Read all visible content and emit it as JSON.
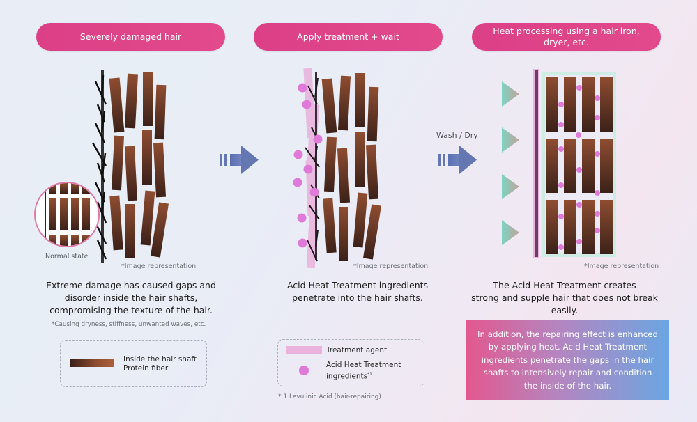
{
  "steps": [
    {
      "title": "Severely damaged hair",
      "inset_label": "Normal state",
      "image_note": "*Image representation",
      "caption": "Extreme damage has caused gaps and disorder inside the hair shafts, compromising the texture of the hair.",
      "footnote": "*Causing dryness, stiffness, unwanted waves, etc.",
      "legend": {
        "items": [
          {
            "icon": "protein-fiber-swatch",
            "label_line1": "Inside the hair shaft",
            "label_line2": "Protein fiber"
          }
        ]
      }
    },
    {
      "title": "Apply treatment + wait",
      "image_note": "*Image representation",
      "caption": "Acid Heat Treatment ingredients penetrate into the hair shafts.",
      "legend": {
        "items": [
          {
            "icon": "treatment-agent-swatch",
            "label": "Treatment agent"
          },
          {
            "icon": "ingredient-dot",
            "label_line1": "Acid Heat Treatment",
            "label_line2": "ingredients",
            "superscript": "*1"
          }
        ]
      },
      "footnote": "* 1 Levulinic Acid (hair-repairing)"
    },
    {
      "title": "Heat processing using a hair iron, dryer, etc.",
      "image_note": "*Image representation",
      "caption_line1": "The Acid Heat Treatment creates",
      "caption_line2": "strong and supple hair that does not break easily.",
      "callout": "In addition, the repairing effect is enhanced by applying heat. Acid Heat Treatment ingredients penetrate the gaps in the hair shafts to intensively repair and condition the inside of the hair."
    }
  ],
  "arrows": [
    {
      "icon": "arrow-right-icon",
      "label": ""
    },
    {
      "icon": "arrow-right-icon",
      "label": "Wash / Dry"
    }
  ],
  "colors": {
    "pill": "#dc3f86",
    "arrow": "#6577b3",
    "ingredient": "#e07ad8",
    "treatment_agent": "#eab2dc",
    "fiber_top": "#8a4a30",
    "fiber_bottom": "#3a2018",
    "heat_triangle": "#7fcfbf"
  }
}
